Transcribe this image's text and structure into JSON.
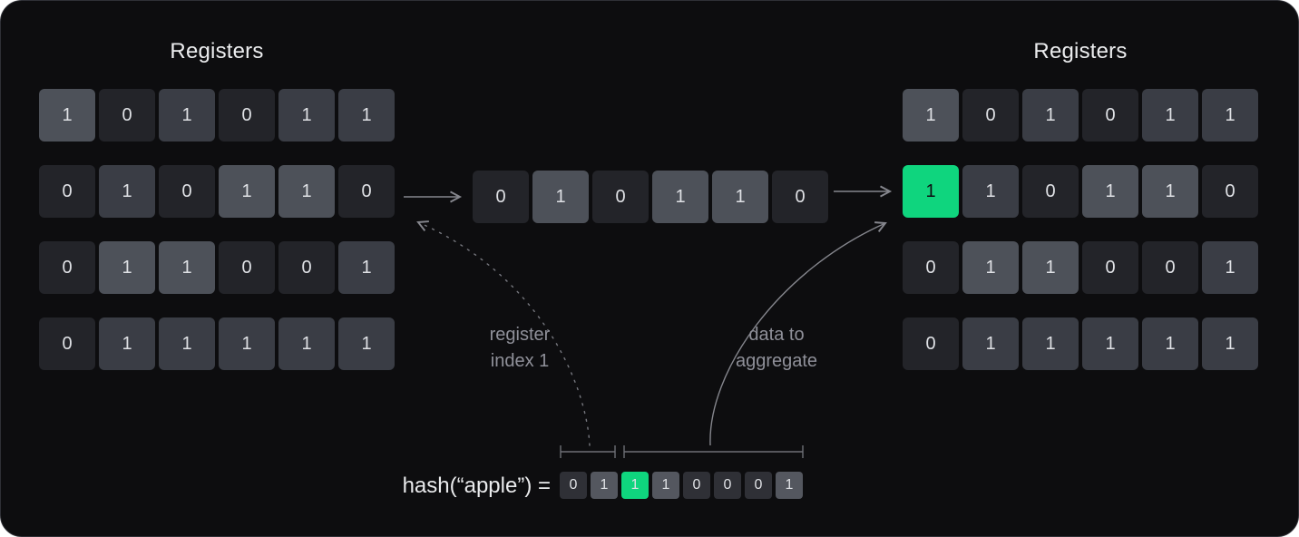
{
  "titles": {
    "left": "Registers",
    "right": "Registers"
  },
  "left_grid": {
    "rows": [
      [
        {
          "v": "1",
          "tone": "light"
        },
        {
          "v": "0",
          "tone": "dark"
        },
        {
          "v": "1",
          "tone": "mid"
        },
        {
          "v": "0",
          "tone": "dark"
        },
        {
          "v": "1",
          "tone": "mid"
        },
        {
          "v": "1",
          "tone": "mid"
        }
      ],
      [
        {
          "v": "0",
          "tone": "dark"
        },
        {
          "v": "1",
          "tone": "mid"
        },
        {
          "v": "0",
          "tone": "dark"
        },
        {
          "v": "1",
          "tone": "light"
        },
        {
          "v": "1",
          "tone": "light"
        },
        {
          "v": "0",
          "tone": "dark"
        }
      ],
      [
        {
          "v": "0",
          "tone": "dark"
        },
        {
          "v": "1",
          "tone": "light"
        },
        {
          "v": "1",
          "tone": "light"
        },
        {
          "v": "0",
          "tone": "dark"
        },
        {
          "v": "0",
          "tone": "dark"
        },
        {
          "v": "1",
          "tone": "mid"
        }
      ],
      [
        {
          "v": "0",
          "tone": "dark"
        },
        {
          "v": "1",
          "tone": "mid"
        },
        {
          "v": "1",
          "tone": "mid"
        },
        {
          "v": "1",
          "tone": "mid"
        },
        {
          "v": "1",
          "tone": "mid"
        },
        {
          "v": "1",
          "tone": "mid"
        }
      ]
    ]
  },
  "middle_row": {
    "cells": [
      {
        "v": "0",
        "tone": "dark"
      },
      {
        "v": "1",
        "tone": "light"
      },
      {
        "v": "0",
        "tone": "dark"
      },
      {
        "v": "1",
        "tone": "light"
      },
      {
        "v": "1",
        "tone": "light"
      },
      {
        "v": "0",
        "tone": "dark"
      }
    ]
  },
  "right_grid": {
    "rows": [
      [
        {
          "v": "1",
          "tone": "light"
        },
        {
          "v": "0",
          "tone": "dark"
        },
        {
          "v": "1",
          "tone": "mid"
        },
        {
          "v": "0",
          "tone": "dark"
        },
        {
          "v": "1",
          "tone": "mid"
        },
        {
          "v": "1",
          "tone": "mid"
        }
      ],
      [
        {
          "v": "1",
          "tone": "green"
        },
        {
          "v": "1",
          "tone": "mid"
        },
        {
          "v": "0",
          "tone": "dark"
        },
        {
          "v": "1",
          "tone": "light"
        },
        {
          "v": "1",
          "tone": "light"
        },
        {
          "v": "0",
          "tone": "dark"
        }
      ],
      [
        {
          "v": "0",
          "tone": "dark"
        },
        {
          "v": "1",
          "tone": "light"
        },
        {
          "v": "1",
          "tone": "light"
        },
        {
          "v": "0",
          "tone": "dark"
        },
        {
          "v": "0",
          "tone": "dark"
        },
        {
          "v": "1",
          "tone": "mid"
        }
      ],
      [
        {
          "v": "0",
          "tone": "dark"
        },
        {
          "v": "1",
          "tone": "mid"
        },
        {
          "v": "1",
          "tone": "mid"
        },
        {
          "v": "1",
          "tone": "mid"
        },
        {
          "v": "1",
          "tone": "mid"
        },
        {
          "v": "1",
          "tone": "mid"
        }
      ]
    ]
  },
  "hash": {
    "label": "hash(“apple”) =",
    "bits": [
      {
        "v": "0",
        "tone": "dark"
      },
      {
        "v": "1",
        "tone": "light"
      },
      {
        "v": "1",
        "tone": "green"
      },
      {
        "v": "1",
        "tone": "light"
      },
      {
        "v": "0",
        "tone": "dark"
      },
      {
        "v": "0",
        "tone": "dark"
      },
      {
        "v": "0",
        "tone": "dark"
      },
      {
        "v": "1",
        "tone": "light"
      }
    ]
  },
  "annotations": {
    "register_index": {
      "line1": "register",
      "line2": "index 1"
    },
    "data_aggregate": {
      "line1": "data to",
      "line2": "aggregate"
    }
  },
  "colors": {
    "background": "#0d0d0f",
    "border": "#2f3036",
    "cell_dark": "#232429",
    "cell_mid": "#3a3d45",
    "cell_light": "#4d5159",
    "accent_green": "#0fd57e",
    "arrow_gray": "#85868d",
    "label_gray": "#8f9099"
  }
}
